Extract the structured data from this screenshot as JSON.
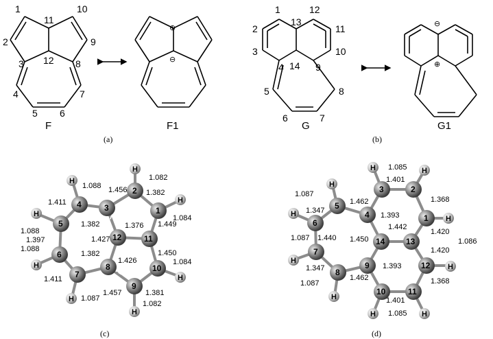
{
  "panel_a": {
    "label": "(a)",
    "F": {
      "caption": "F",
      "numbers": [
        "1",
        "2",
        "3",
        "4",
        "5",
        "6",
        "7",
        "8",
        "9",
        "10",
        "11",
        "12"
      ]
    },
    "F1": {
      "caption": "F1",
      "plus": "⊕",
      "minus": "⊖"
    }
  },
  "panel_b": {
    "label": "(b)",
    "G": {
      "caption": "G",
      "numbers": [
        "1",
        "2",
        "3",
        "4",
        "5",
        "6",
        "7",
        "8",
        "9",
        "10",
        "11",
        "12",
        "13",
        "14"
      ]
    },
    "G1": {
      "caption": "G1",
      "plus": "⊕",
      "minus": "⊖"
    }
  },
  "panel_c": {
    "label": "(c)",
    "atoms": [
      "1",
      "2",
      "3",
      "4",
      "5",
      "6",
      "7",
      "8",
      "9",
      "10",
      "11",
      "12"
    ],
    "hydrogen": "H",
    "bonds": [
      "1.082",
      "1.382",
      "1.456",
      "1.088",
      "1.411",
      "1.382",
      "1.376",
      "1.449",
      "1.084",
      "1.088",
      "1.397",
      "1.427",
      "1.088",
      "1.382",
      "1.426",
      "1.450",
      "1.084",
      "1.411",
      "1.457",
      "1.381",
      "1.087",
      "1.082"
    ]
  },
  "panel_d": {
    "label": "(d)",
    "atoms": [
      "1",
      "2",
      "3",
      "4",
      "5",
      "6",
      "7",
      "8",
      "9",
      "10",
      "11",
      "12",
      "13",
      "14"
    ],
    "hydrogen": "H",
    "bonds": [
      "1.085",
      "1.401",
      "1.087",
      "1.462",
      "1.368",
      "1.347",
      "1.393",
      "1.442",
      "1.087",
      "1.440",
      "1.450",
      "1.420",
      "1.086",
      "1.420",
      "1.347",
      "1.393",
      "1.087",
      "1.462",
      "1.368",
      "1.401",
      "1.085"
    ]
  }
}
